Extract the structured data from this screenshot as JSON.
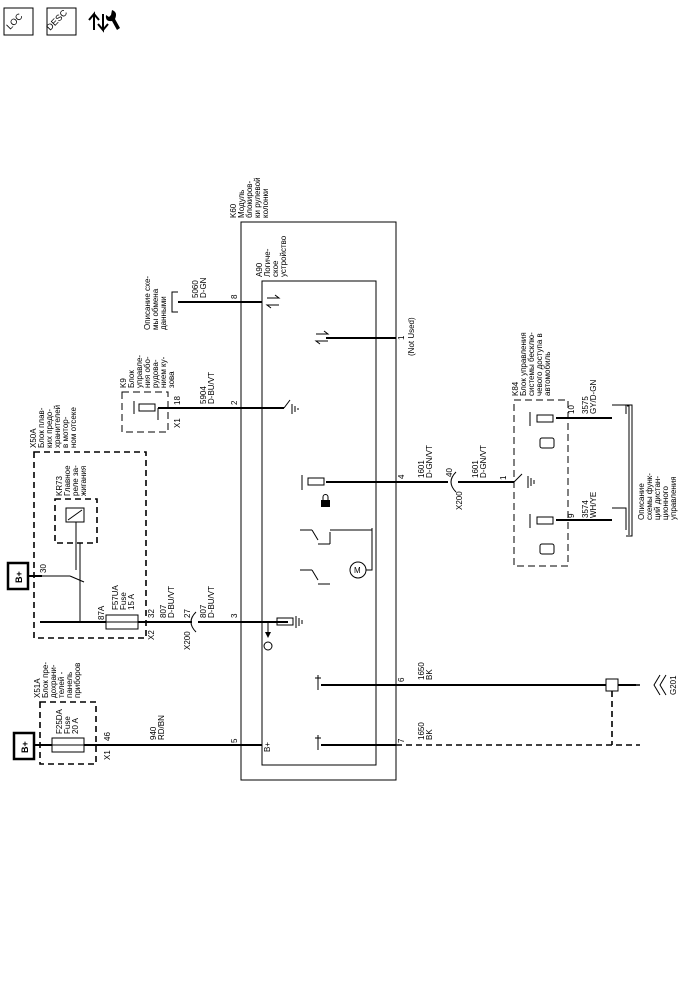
{
  "toolbar": {
    "loc_button": "LOC",
    "desc_button": "DESC",
    "service_icon": "service-info-icon"
  },
  "diagram": {
    "k60_label": [
      "K60",
      "Модуль",
      "блокиров-",
      "ки рулевой",
      "колонки"
    ],
    "a90_label": [
      "A90",
      "Логиче-",
      "ское",
      "устройство"
    ],
    "data_desc": [
      "Описание схе-",
      "мы обмена",
      "данными"
    ],
    "k9_label": [
      "K9",
      "Блок",
      "управле-",
      "ния обо-",
      "рудова-",
      "нием ку-",
      "зова"
    ],
    "x50a_label": [
      "X50A",
      "Блок плав-",
      "ких предо-",
      "хранителей",
      "в мотор-",
      "ном отсеке"
    ],
    "kr73_label": [
      "KR73",
      "Главное",
      "реле за-",
      "жигания"
    ],
    "x51a_label": [
      "X51A",
      "Блок пре-",
      "дохрани-",
      "телей -",
      "панель",
      "приборов"
    ],
    "k84_label": [
      "K84",
      "Блок управления",
      "системы бесклю-",
      "чевого доступа в",
      "автомобиль"
    ],
    "remote_desc": [
      "Описание",
      "схемы функ-",
      "ций дистан-",
      "ционного",
      "управления"
    ],
    "bplus_1": "B+",
    "bplus_2": "B+",
    "bplus_inner": "B+",
    "not_used": "(Not Used)",
    "pin_8": "8",
    "pin_1": "1",
    "pin_2": "2",
    "pin_4": "4",
    "pin_3": "3",
    "pin_6": "6",
    "pin_7": "7",
    "pin_5": "5",
    "pin_18": "18",
    "pin_x1_a": "X1",
    "pin_x1_b": "X1",
    "pin_46": "46",
    "pin_30": "30",
    "pin_87a": "87A",
    "pin_32": "32",
    "pin_x2": "X2",
    "pin_27": "27",
    "pin_40": "40",
    "pin_k84_1": "1",
    "pin_10": "10",
    "pin_9": "9",
    "x200_a": "X200",
    "x200_b": "X200",
    "g201": "G201",
    "w5060": [
      "5060",
      "D-GN"
    ],
    "w5904": [
      "5904",
      "D-BU/VT"
    ],
    "w807_a": [
      "807",
      "D-BU/VT"
    ],
    "w807_b": [
      "807",
      "D-BU/VT"
    ],
    "w1601_a": [
      "1601",
      "D-GN/VT"
    ],
    "w1601_b": [
      "1601",
      "D-GN/VT"
    ],
    "w1650_a": [
      "1650",
      "BK"
    ],
    "w1650_b": [
      "1650",
      "BK"
    ],
    "w940": [
      "940",
      "RD/BN"
    ],
    "w3575": [
      "3575",
      "GY/D-GN"
    ],
    "w3574": [
      "3574",
      "WH/YE"
    ],
    "fuse_f57ua": [
      "F57UA",
      "Fuse",
      "15 A"
    ],
    "fuse_f25da": [
      "F25DA",
      "Fuse",
      "20 A"
    ]
  }
}
